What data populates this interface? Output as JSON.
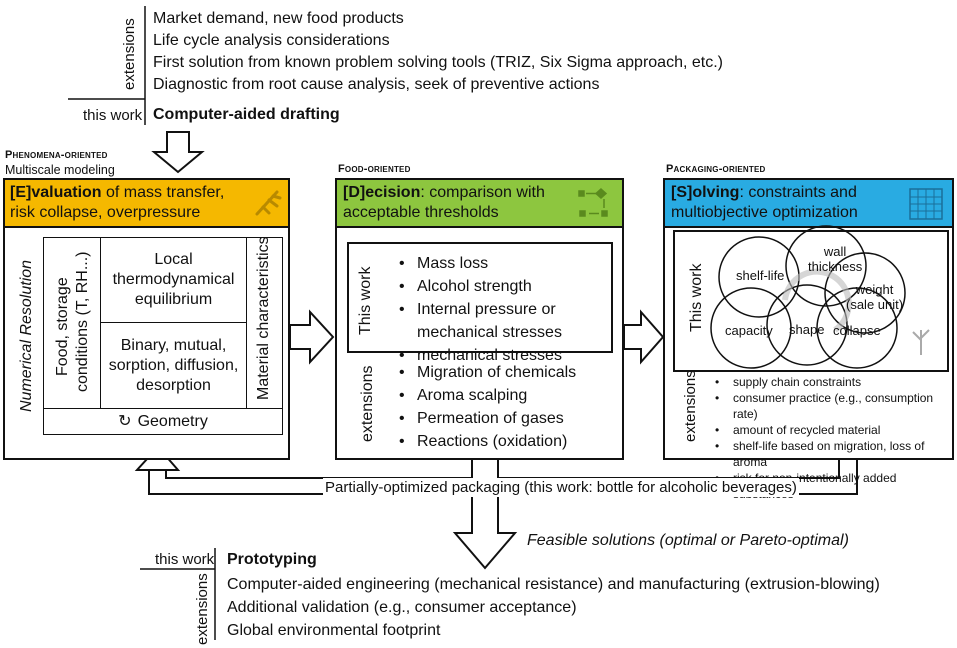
{
  "top": {
    "extensions_label": "extensions",
    "extensions": [
      "Market demand, new food products",
      "Life cycle analysis considerations",
      "First solution from known problem solving tools (TRIZ, Six Sigma approach, etc.)",
      "Diagnostic from root cause analysis, seek of preventive actions"
    ],
    "this_work_label": "this work",
    "this_work_item": "Computer-aided drafting"
  },
  "evaluation": {
    "category": "Phenomena-oriented",
    "subcategory": "Multiscale modeling",
    "title_bold": "[E]valuation",
    "title_rest": " of mass transfer, risk collapse, overpressure",
    "side_label": "Numerical Resolution",
    "food_label": "Food, storage conditions (T, RH...)",
    "cell_local": "Local thermodynamical equilibrium",
    "cell_binary": "Binary, mutual, sorption, diffusion, desorption",
    "material_label": "Material characteristics",
    "geometry": "Geometry",
    "header_color": "#f5b800"
  },
  "decision": {
    "category": "Food-oriented",
    "title_bold": "[D]ecision",
    "title_rest": ": comparison with acceptable thresholds",
    "this_work_label": "This work",
    "this_work_items": [
      "Mass loss",
      "Alcohol strength",
      "Internal pressure or mechanical stresses"
    ],
    "extensions_label": "extensions",
    "extensions_items": [
      "Migration of chemicals",
      "Aroma scalping",
      "Permeation of gases",
      "Reactions (oxidation)"
    ],
    "header_color": "#8dc63f"
  },
  "solving": {
    "category": "Packaging-oriented",
    "title_bold": "[S]olving",
    "title_rest": ": constraints and multiobjective optimization",
    "this_work_label": "This work",
    "circles": [
      "wall thickness",
      "shelf-life",
      "weight (sale unit)",
      "capacity",
      "shape",
      "collapse"
    ],
    "extensions_label": "extensions",
    "extensions_items": [
      "supply chain constraints",
      "consumer practice (e.g., consumption rate)",
      "amount of recycled material",
      "shelf-life based on migration, loss of aroma",
      "risk for non-intentionally added substances"
    ],
    "header_color": "#29abe2"
  },
  "feedback": "Partially-optimized packaging (this work: bottle for alcoholic beverages)",
  "feasible": "Feasible solutions (optimal or Pareto-optimal)",
  "bottom": {
    "this_work_label": "this work",
    "this_work_item": "Prototyping",
    "extensions_label": "extensions",
    "extensions": [
      "Computer-aided engineering (mechanical resistance) and manufacturing (extrusion-blowing)",
      "Additional validation (e.g., consumer acceptance)",
      "Global environmental footprint"
    ]
  }
}
